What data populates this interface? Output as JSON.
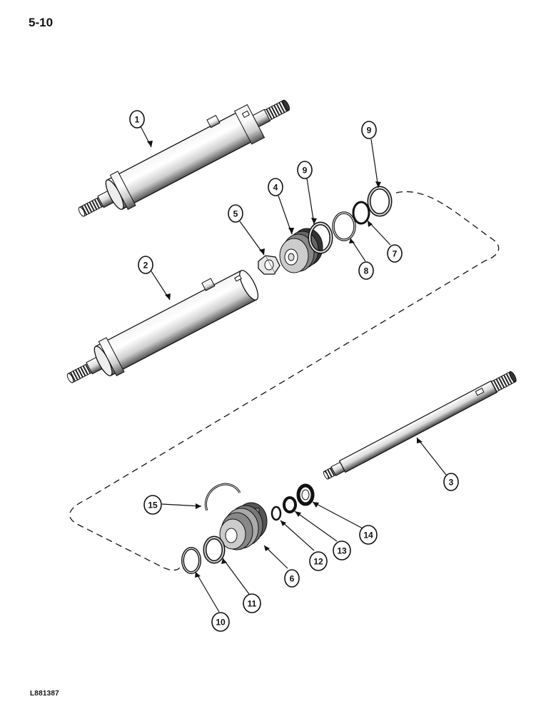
{
  "page_number": "5-10",
  "figure_code": "L881387",
  "callouts": [
    {
      "id": "c1",
      "label": "1"
    },
    {
      "id": "c2",
      "label": "2"
    },
    {
      "id": "c3",
      "label": "3"
    },
    {
      "id": "c4",
      "label": "4"
    },
    {
      "id": "c5",
      "label": "5"
    },
    {
      "id": "c6",
      "label": "6"
    },
    {
      "id": "c7",
      "label": "7"
    },
    {
      "id": "c8",
      "label": "8"
    },
    {
      "id": "c9a",
      "label": "9"
    },
    {
      "id": "c9b",
      "label": "9"
    },
    {
      "id": "c10",
      "label": "10"
    },
    {
      "id": "c11",
      "label": "11"
    },
    {
      "id": "c12",
      "label": "12"
    },
    {
      "id": "c13",
      "label": "13"
    },
    {
      "id": "c14",
      "label": "14"
    },
    {
      "id": "c15",
      "label": "15"
    }
  ]
}
